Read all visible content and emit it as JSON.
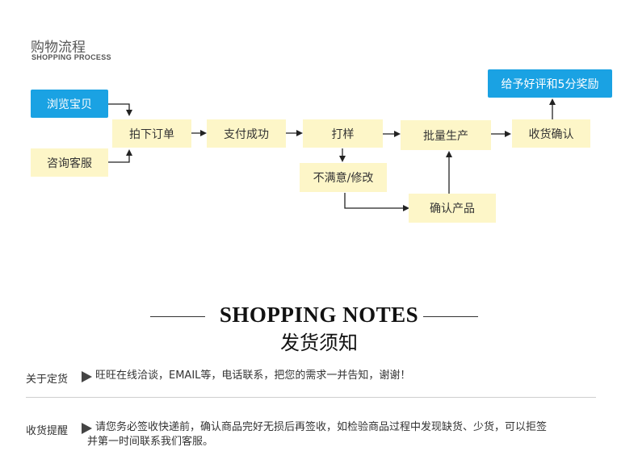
{
  "process": {
    "title": "购物流程",
    "subtitle": "SHOPPING PROCESS",
    "steps": {
      "browse": "浏览宝贝",
      "consult": "咨询客服",
      "order": "拍下订单",
      "pay": "支付成功",
      "sample": "打样",
      "unsatisfied": "不满意/修改",
      "mass": "批量生产",
      "confirm_product": "确认产品",
      "receive": "收货确认",
      "review": "给予好评和5分奖励"
    }
  },
  "notes": {
    "title_en": "SHOPPING NOTES",
    "title_cn": "发货须知",
    "rows": [
      {
        "label": "关于定货",
        "text": "旺旺在线洽谈，EMAIL等，电话联系，把您的需求一并告知，谢谢！"
      },
      {
        "label": "收货提醒",
        "text": "请您务必签收快递前，确认商品完好无损后再签收，如检验商品过程中发现缺货、少货，可以拒签",
        "text2": "并第一时间联系我们客服。"
      }
    ]
  },
  "colors": {
    "box_bg": "#fdf6c8",
    "blue": "#1aa2e3",
    "text": "#333333"
  },
  "icons": [
    "arrow-right-icon",
    "arrow-down-icon",
    "arrow-up-icon",
    "triangle-bullet-icon"
  ]
}
